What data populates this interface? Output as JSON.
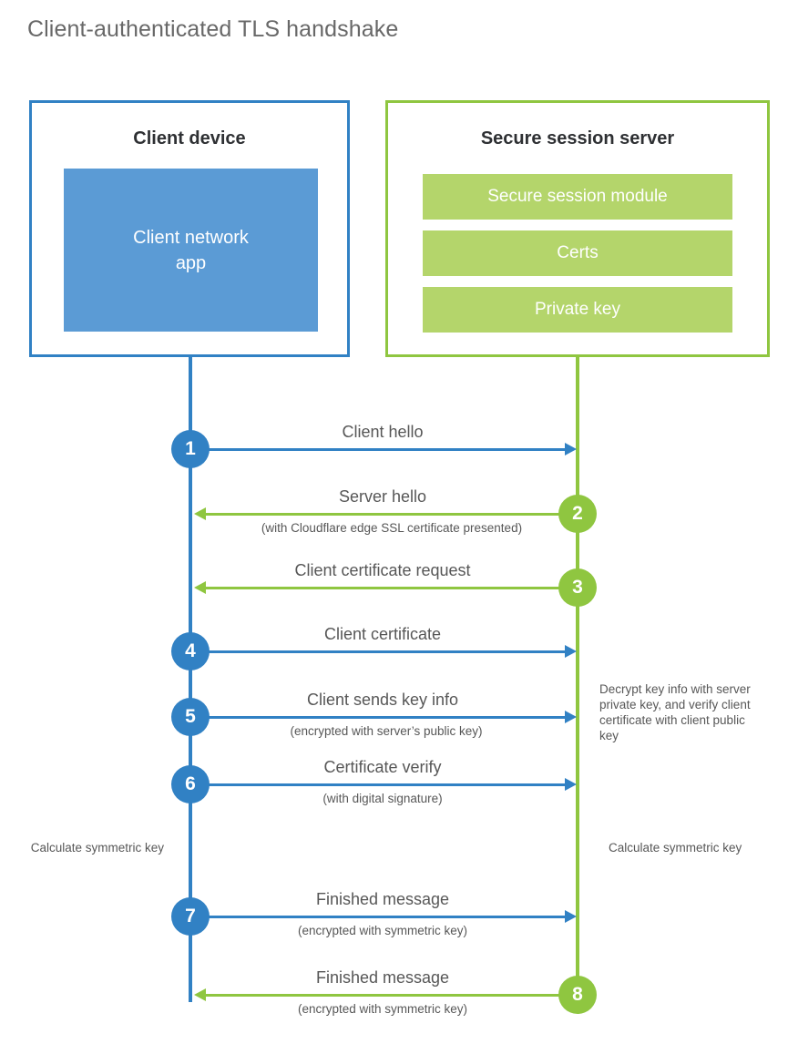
{
  "title": "Client-authenticated TLS handshake",
  "colors": {
    "client_blue": "#3181c4",
    "client_app_fill": "#5b9bd5",
    "server_green": "#8fc640",
    "server_row_fill": "#b4d56b",
    "text_gray": "#575757",
    "heading_dark": "#2e3033",
    "title_gray": "#686868",
    "background": "#ffffff"
  },
  "client": {
    "title": "Client device",
    "app_label_line1": "Client network",
    "app_label_line2": "app"
  },
  "server": {
    "title": "Secure session server",
    "rows": [
      {
        "label": "Secure session module"
      },
      {
        "label": "Certs"
      },
      {
        "label": "Private key"
      }
    ]
  },
  "messages": [
    {
      "number": "1",
      "label": "Client hello",
      "sublabel": "",
      "direction": "client-to-server",
      "color": "blue"
    },
    {
      "number": "2",
      "label": "Server hello",
      "sublabel": "(with Cloudflare edge SSL certificate presented)",
      "direction": "server-to-client",
      "color": "green"
    },
    {
      "number": "3",
      "label": "Client certificate request",
      "sublabel": "",
      "direction": "server-to-client",
      "color": "green"
    },
    {
      "number": "4",
      "label": "Client certificate",
      "sublabel": "",
      "direction": "client-to-server",
      "color": "blue"
    },
    {
      "number": "5",
      "label": "Client sends key info",
      "sublabel": "(encrypted with server’s public key)",
      "direction": "client-to-server",
      "color": "blue"
    },
    {
      "number": "6",
      "label": "Certificate verify",
      "sublabel": "(with digital signature)",
      "direction": "client-to-server",
      "color": "blue"
    },
    {
      "number": "7",
      "label": "Finished message",
      "sublabel": "(encrypted with symmetric key)",
      "direction": "client-to-server",
      "color": "blue"
    },
    {
      "number": "8",
      "label": "Finished message",
      "sublabel": "(encrypted with symmetric key)",
      "direction": "server-to-client",
      "color": "green"
    }
  ],
  "annotations": {
    "decrypt_note": "Decrypt key info with server private key, and verify client certificate with client public key",
    "calculate_left": "Calculate symmetric key",
    "calculate_right": "Calculate symmetric key"
  }
}
